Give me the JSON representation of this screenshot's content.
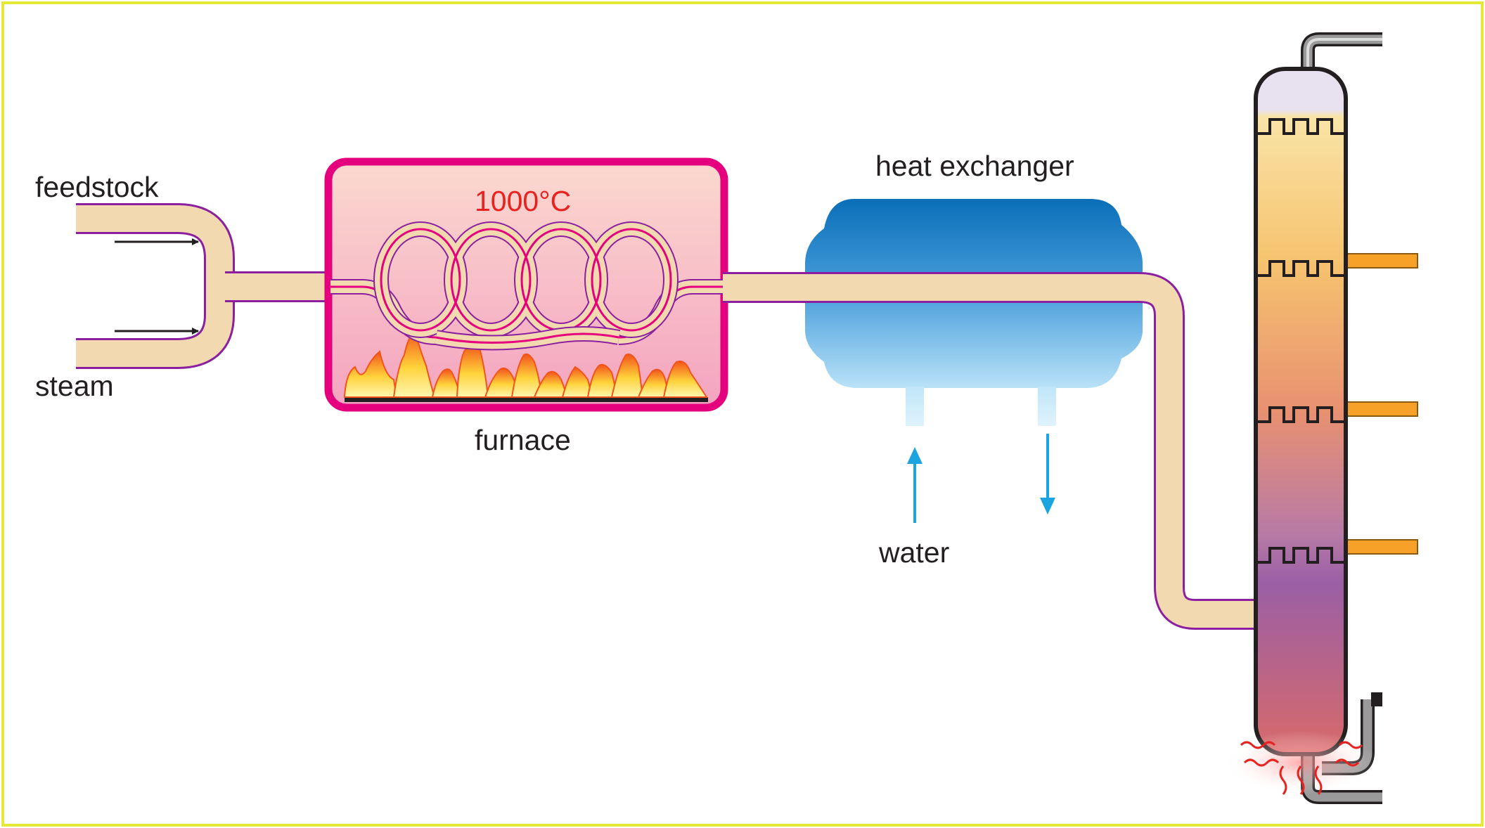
{
  "labels": {
    "feedstock": "feedstock",
    "steam": "steam",
    "temperature": "1000°C",
    "furnace": "furnace",
    "heat_exchanger": "heat exchanger",
    "water": "water"
  },
  "colors": {
    "frame": "#e3e934",
    "pipe_fill": "#f2d9b0",
    "pipe_outline": "#8b1fa0",
    "furnace_border": "#e5007e",
    "temperature_text": "#e8231f",
    "water_arrow": "#1ba4df",
    "side_outlet": "#f7a128"
  }
}
